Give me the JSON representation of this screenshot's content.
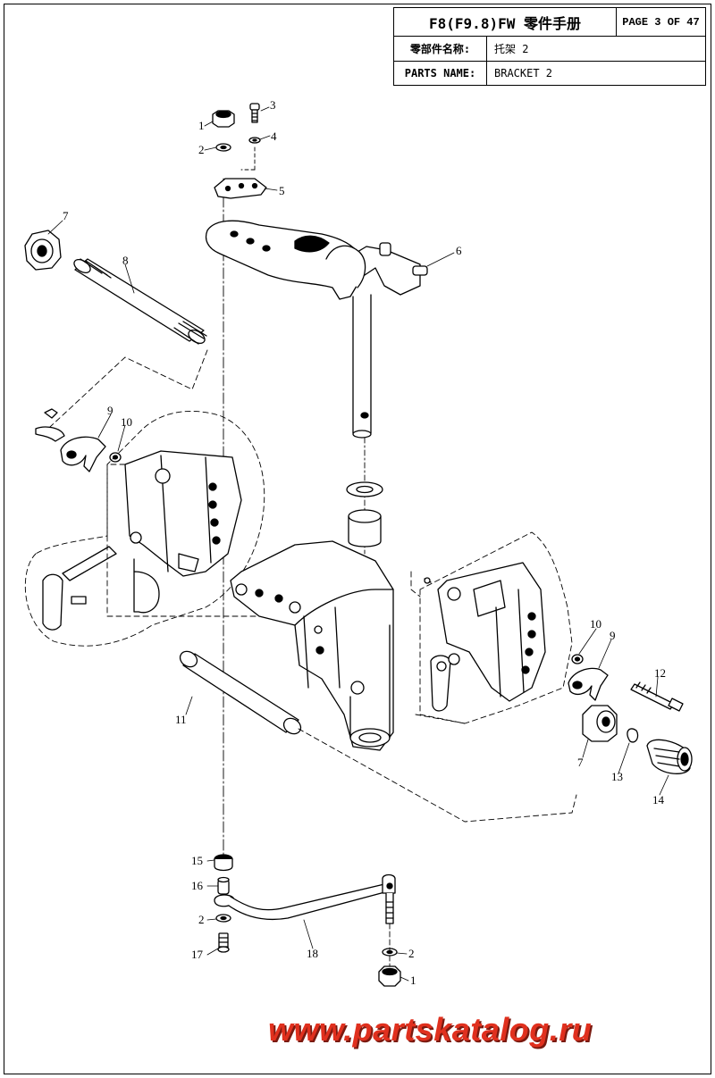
{
  "title_block": {
    "model_title": "F8(F9.8)FW 零件手册",
    "page": "PAGE 3 OF 47",
    "part_name_cn_label": "零部件名称:",
    "part_name_cn_value": "托架 2",
    "parts_name_label": "PARTS NAME:",
    "parts_name_value": "BRACKET 2"
  },
  "callouts": [
    {
      "number": "1"
    },
    {
      "number": "2"
    },
    {
      "number": "3"
    },
    {
      "number": "4"
    },
    {
      "number": "5"
    },
    {
      "number": "6"
    },
    {
      "number": "7"
    },
    {
      "number": "8"
    },
    {
      "number": "9"
    },
    {
      "number": "10"
    },
    {
      "number": "9"
    },
    {
      "number": "10"
    },
    {
      "number": "11"
    },
    {
      "number": "12"
    },
    {
      "number": "7"
    },
    {
      "number": "13"
    },
    {
      "number": "14"
    },
    {
      "number": "15"
    },
    {
      "number": "16"
    },
    {
      "number": "2"
    },
    {
      "number": "17"
    },
    {
      "number": "18"
    },
    {
      "number": "2"
    },
    {
      "number": "1"
    }
  ],
  "watermark": "www.partskatalog.ru"
}
